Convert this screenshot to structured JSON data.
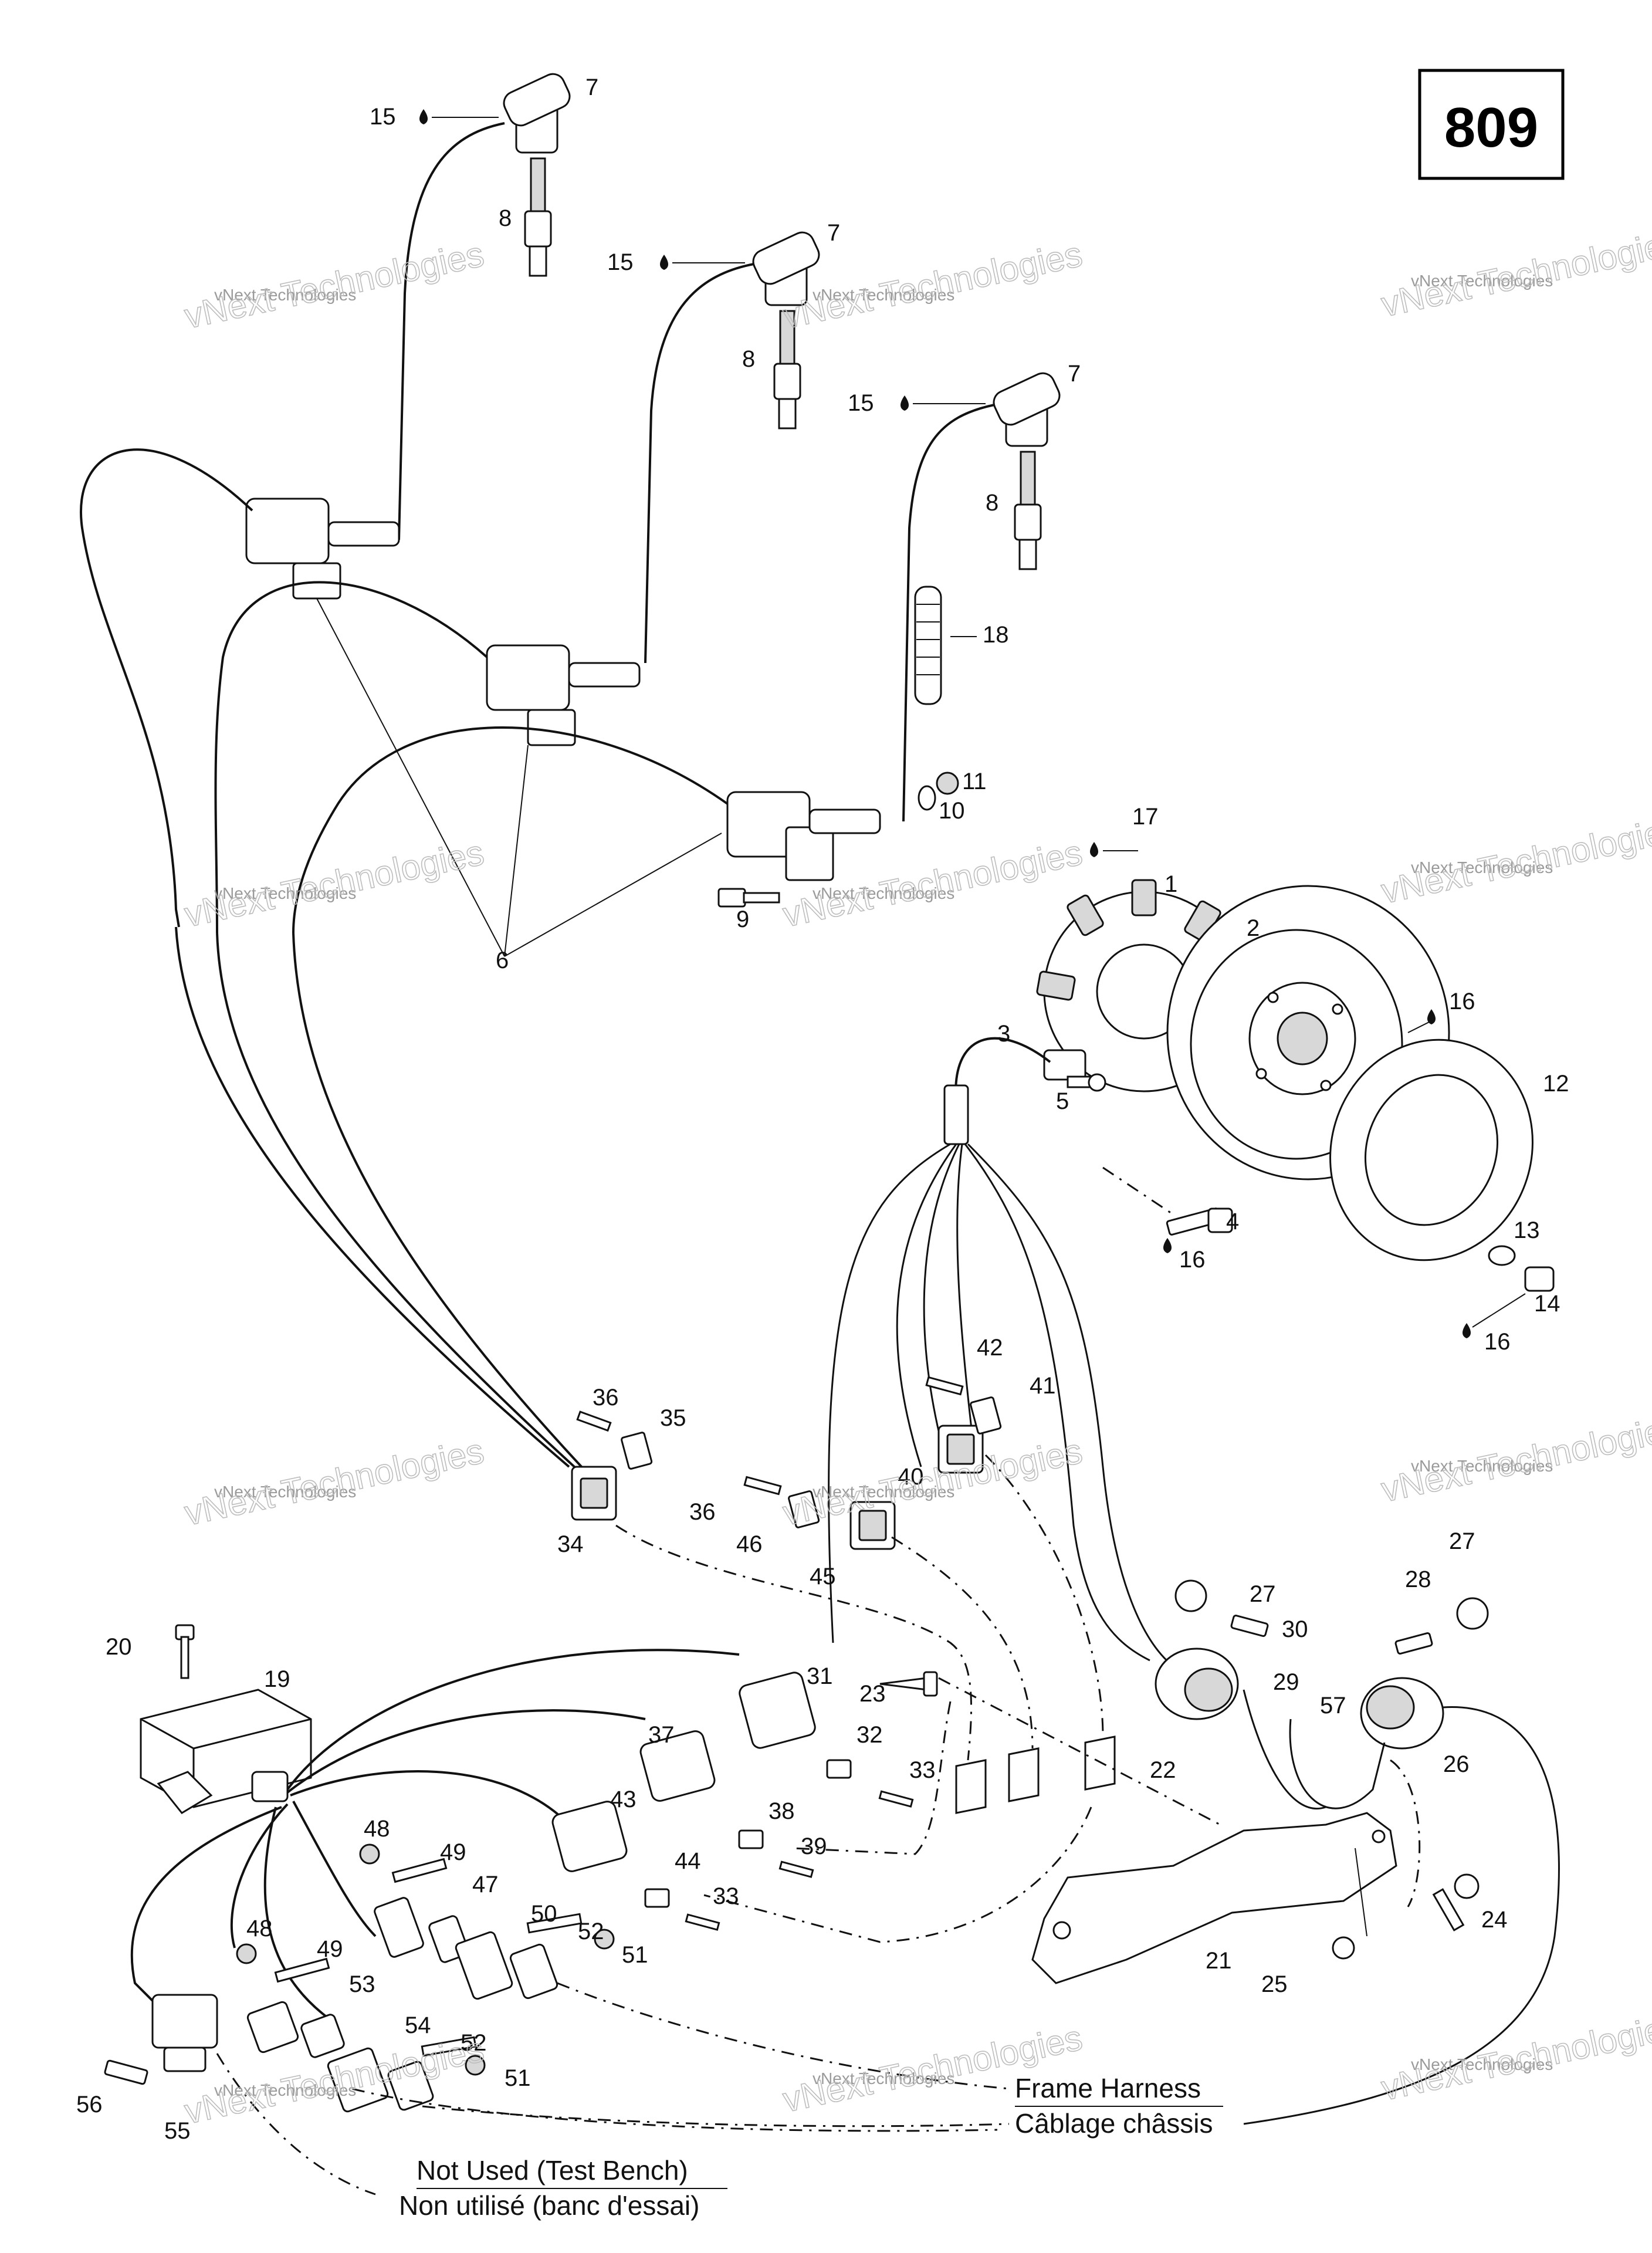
{
  "page": {
    "number": "809"
  },
  "labels": {
    "p1": "1",
    "p2": "2",
    "p3": "3",
    "p4": "4",
    "p5": "5",
    "p6": "6",
    "p7a": "7",
    "p7b": "7",
    "p7c": "7",
    "p8a": "8",
    "p8b": "8",
    "p8c": "8",
    "p9": "9",
    "p10": "10",
    "p11": "11",
    "p12": "12",
    "p13": "13",
    "p14": "14",
    "p15a": "15",
    "p15b": "15",
    "p15c": "15",
    "p16a": "16",
    "p16b": "16",
    "p16c": "16",
    "p17": "17",
    "p18": "18",
    "p19": "19",
    "p20": "20",
    "p21": "21",
    "p22": "22",
    "p23": "23",
    "p24": "24",
    "p25": "25",
    "p26": "26",
    "p27a": "27",
    "p27b": "27",
    "p28": "28",
    "p29": "29",
    "p30": "30",
    "p31": "31",
    "p32": "32",
    "p33a": "33",
    "p33b": "33",
    "p34": "34",
    "p35": "35",
    "p36a": "36",
    "p36b": "36",
    "p37": "37",
    "p38": "38",
    "p39": "39",
    "p40": "40",
    "p41": "41",
    "p42": "42",
    "p43": "43",
    "p44": "44",
    "p45": "45",
    "p46": "46",
    "p47": "47",
    "p48a": "48",
    "p48b": "48",
    "p49a": "49",
    "p49b": "49",
    "p50": "50",
    "p51a": "51",
    "p51b": "51",
    "p52a": "52",
    "p52b": "52",
    "p53": "53",
    "p54": "54",
    "p55": "55",
    "p56": "56",
    "p57": "57"
  },
  "notes": {
    "frame_harness_en": "Frame Harness",
    "frame_harness_fr": "Câblage châssis",
    "not_used_en": "Not Used (Test Bench)",
    "not_used_fr": "Non utilisé (banc d'essai)"
  },
  "watermark": {
    "line1": "vNext Technologies",
    "line2": "vNext Technologies"
  }
}
